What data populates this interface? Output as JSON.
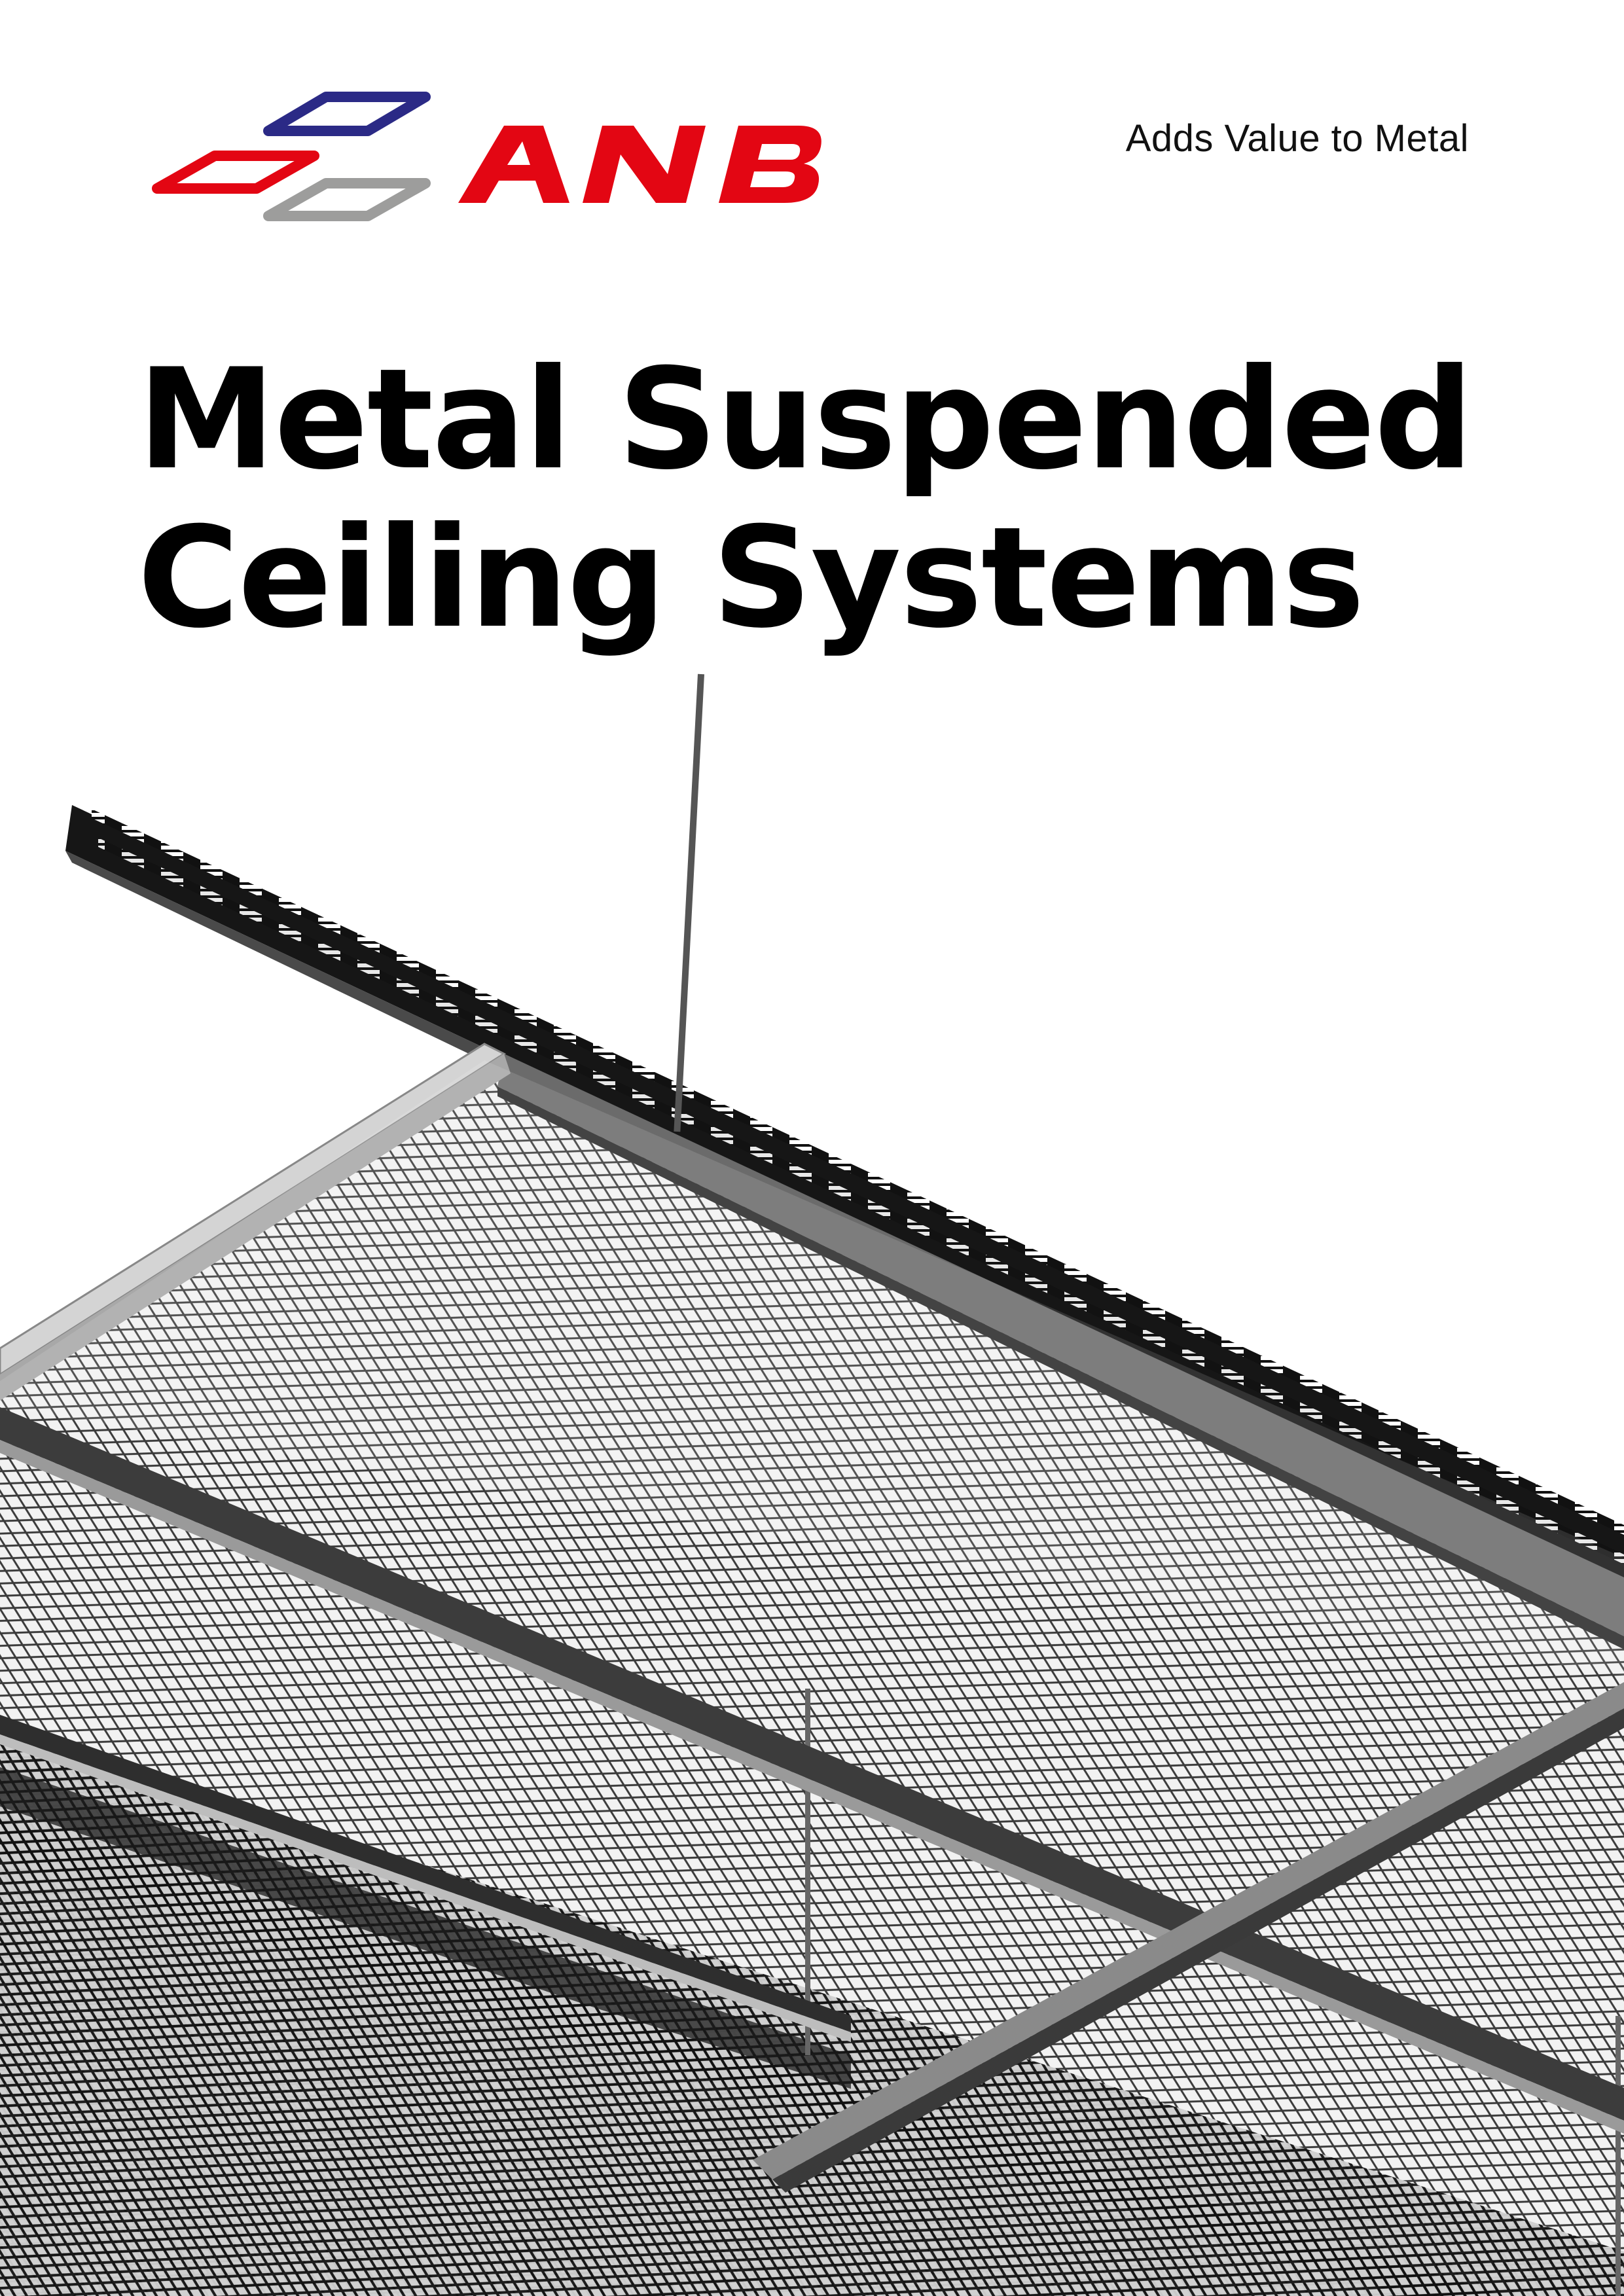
{
  "header": {
    "brand_name": "ANB",
    "logo_icon": "three-diamonds-logo-icon",
    "tagline": "Adds Value to Metal"
  },
  "title": {
    "line1": "Metal Suspended",
    "line2": "Ceiling Systems"
  },
  "illustration": {
    "subject": "expanded-metal-mesh-ceiling-icon"
  },
  "colors": {
    "brand_red": "#e30613",
    "brand_blue": "#2b2a86",
    "brand_gray": "#9d9d9c",
    "title_black": "#000000"
  }
}
